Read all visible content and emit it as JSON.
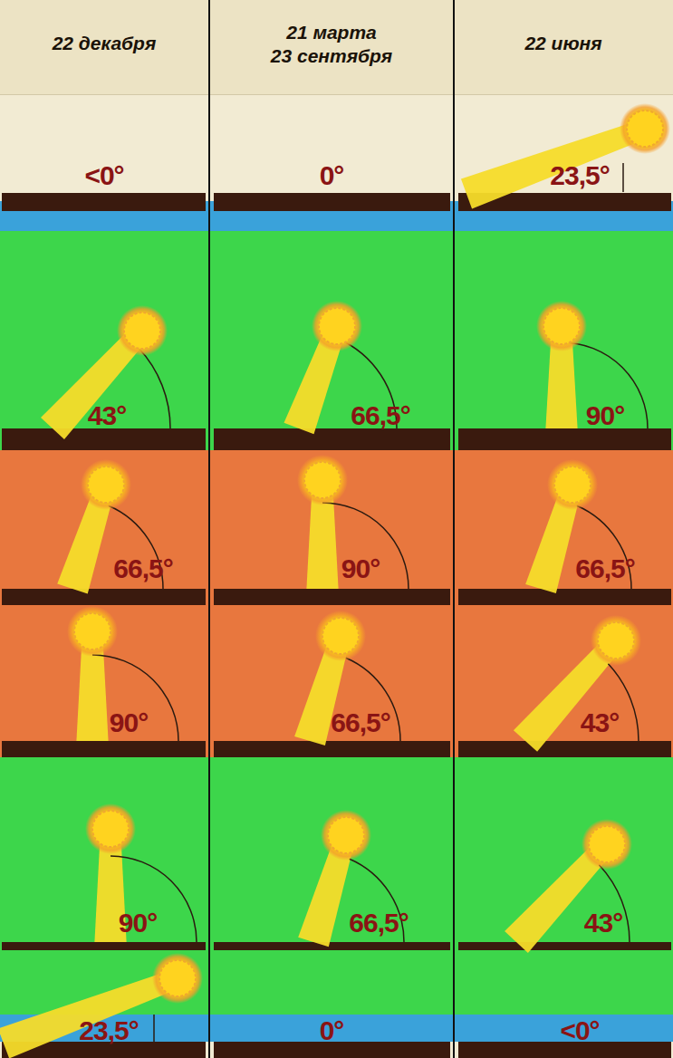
{
  "diagram": {
    "labels": [
      "22 декабря",
      "21 марта",
      "23 сентября",
      "22 июня",
      "<0°",
      "0°",
      "23,5°",
      "43°",
      "66,5°",
      "90°",
      "66,5°",
      "90°",
      "66,5°",
      "90°",
      "66,5°",
      "43°",
      "90°",
      "66,5°",
      "43°",
      "23,5°",
      "0°",
      "<0°"
    ]
  }
}
